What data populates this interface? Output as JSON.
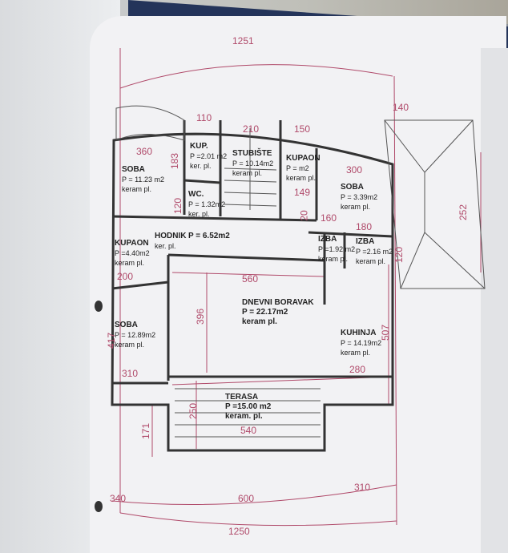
{
  "rooms": [
    {
      "name": "SOBA",
      "area": "P = 11.23 m2",
      "floor": "keram pl."
    },
    {
      "name": "KUP.",
      "area": "P =2.01 m2",
      "floor": "ker. pl."
    },
    {
      "name": "STUBIŠTE",
      "area": "P = 10.14m2",
      "floor": "keram pl."
    },
    {
      "name": "KUPAON",
      "area": "P = m2",
      "floor": "keram pl."
    },
    {
      "name": "SOBA",
      "area": "P = 3.39m2",
      "floor": "keram pl."
    },
    {
      "name": "WC.",
      "area": "P = 1.32m2",
      "floor": "ker. pl."
    },
    {
      "name": "HODNIK",
      "area": "P = 6.52m2",
      "floor": "ker. pl."
    },
    {
      "name": "KUPAON",
      "area": "P =4.40m2",
      "floor": "keram pl."
    },
    {
      "name": "IZBA",
      "area": "P =1.92 m2",
      "floor": "keram pl."
    },
    {
      "name": "IZBA",
      "area": "P =2.16 m2",
      "floor": "keram pl."
    },
    {
      "name": "DNEVNI BORAVAK",
      "area": "P = 22.17m2",
      "floor": "keram pl."
    },
    {
      "name": "SOBA",
      "area": "P = 12.89m2",
      "floor": "keram pl."
    },
    {
      "name": "KUHINJA",
      "area": "P = 14.19m2",
      "floor": "keram pl."
    },
    {
      "name": "TERASA",
      "area": "P =15.00 m2",
      "floor": "keram. pl."
    }
  ],
  "dimensions": [
    "1251",
    "140",
    "110",
    "210",
    "150",
    "360",
    "183",
    "300",
    "149",
    "120",
    "20",
    "160",
    "180",
    "252",
    "120",
    "200",
    "560",
    "396",
    "507",
    "417",
    "310",
    "280",
    "250",
    "171",
    "540",
    "340",
    "600",
    "310",
    "1250"
  ],
  "colors": {
    "wall": "#333333",
    "dimension": "#b04a6a",
    "paper": "#f2f2f4",
    "binder": "#24345a"
  }
}
